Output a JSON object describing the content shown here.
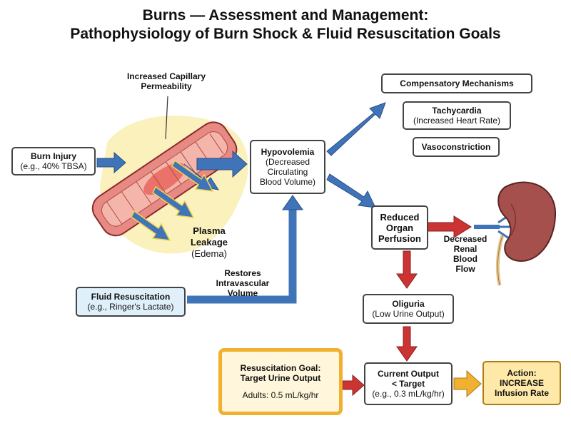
{
  "title": {
    "line1": "Burns — Assessment and Management:",
    "line2": "Pathophysiology of Burn Shock & Fluid Resuscitation Goals"
  },
  "nodes": {
    "burn_injury": {
      "title": "Burn Injury",
      "detail": "(e.g., 40% TBSA)"
    },
    "hypovolemia": {
      "title": "Hypovolemia",
      "detail1": "(Decreased",
      "detail2": "Circulating",
      "detail3": "Blood Volume)"
    },
    "compensatory": {
      "title": "Compensatory Mechanisms"
    },
    "tachycardia": {
      "title": "Tachycardia",
      "detail": "(Increased Heart Rate)"
    },
    "vasoconstriction": {
      "title": "Vasoconstriction"
    },
    "reduced_perfusion": {
      "line1": "Reduced",
      "line2": "Organ",
      "line3": "Perfusion"
    },
    "fluid_resuscitation": {
      "title": "Fluid Resuscitation",
      "detail": "(e.g., Ringer's Lactate)"
    },
    "oliguria": {
      "title": "Oliguria",
      "detail": "(Low Urine Output)"
    },
    "resus_goal": {
      "line1": "Resuscitation Goal:",
      "line2": "Target Urine Output",
      "detail": "Adults: 0.5 mL/kg/hr"
    },
    "current_output": {
      "line1": "Current Output",
      "line2": "< Target",
      "detail": "(e.g., 0.3 mL/kg/hr)"
    },
    "action": {
      "line1": "Action:",
      "line2": "INCREASE",
      "line3": "Infusion Rate"
    }
  },
  "labels": {
    "capillary": {
      "line1": "Increased Capillary",
      "line2": "Permeability"
    },
    "plasma": {
      "line1": "Plasma",
      "line2": "Leakage",
      "detail": "(Edema)"
    },
    "restores": {
      "line1": "Restores",
      "line2": "Intravascular",
      "line3": "Volume"
    },
    "renal": {
      "line1": "Decreased",
      "line2": "Renal",
      "line3": "Blood",
      "line4": "Flow"
    }
  },
  "colors": {
    "blue_arrow": "#3f74b8",
    "red_arrow": "#cc3333",
    "orange_arrow": "#f0b030",
    "goal_border": "#f0b030",
    "goal_fill": "#fff6dc",
    "action_fill": "#ffe9a8",
    "fluid_fill": "#dff0fb",
    "vessel": "#e88a84",
    "kidney": "#a5504c"
  }
}
